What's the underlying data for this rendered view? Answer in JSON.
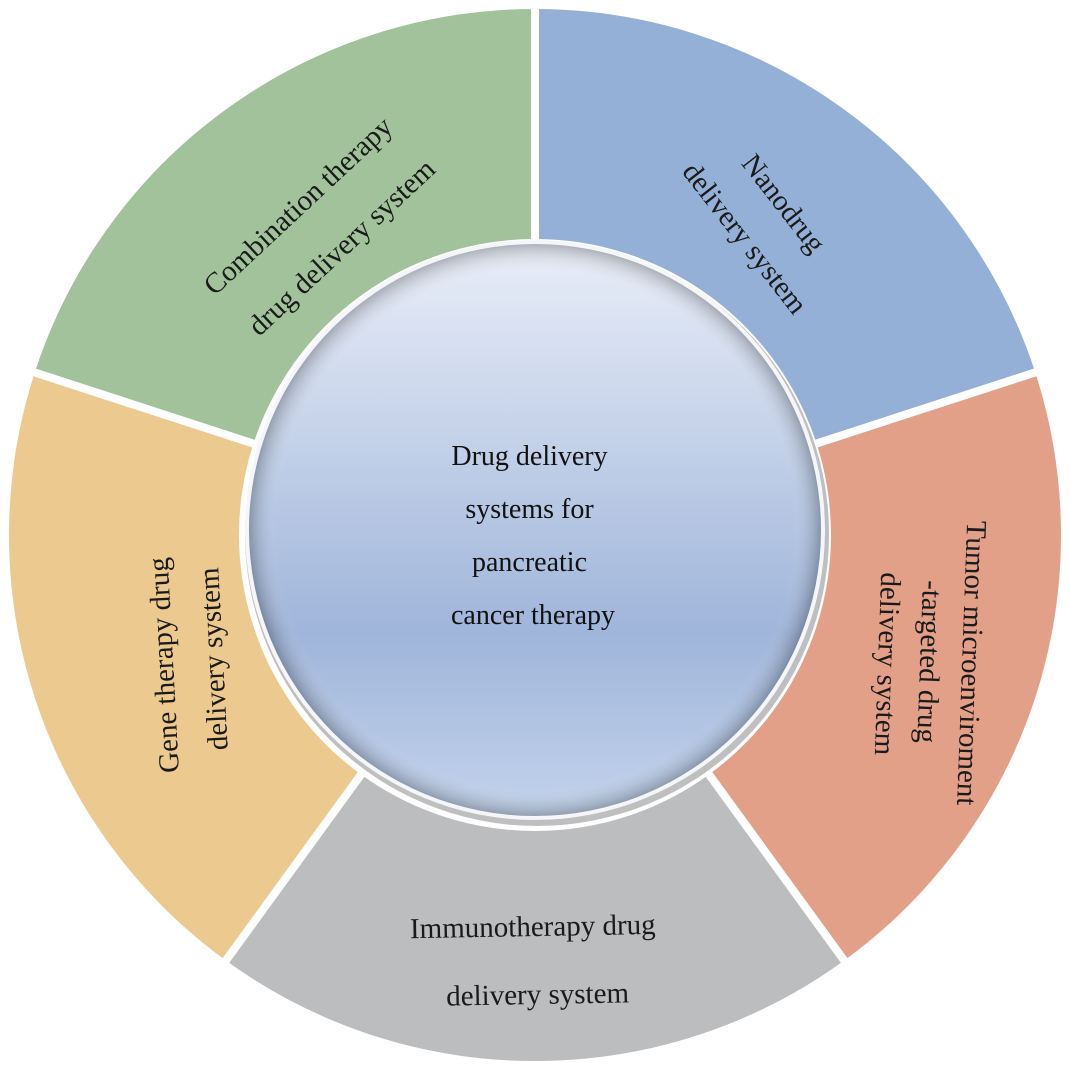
{
  "center": {
    "lines": [
      "Drug delivery",
      "systems for",
      "pancreatic",
      "cancer therapy"
    ],
    "gradient_top": "#e9eef8",
    "gradient_mid": "#9fb5da",
    "gradient_bottom": "#c3d3ec"
  },
  "segments": [
    {
      "id": "nanodrug",
      "lines": [
        "Nanodrug",
        "delivery system"
      ],
      "color": "#95b0d6"
    },
    {
      "id": "tumor-microenvironment",
      "lines": [
        "Tumor microenviroment",
        "-targeted drug",
        "delivery system"
      ],
      "color": "#e3a088"
    },
    {
      "id": "immunotherapy",
      "lines": [
        "Immunotherapy drug",
        "delivery system"
      ],
      "color": "#bcbdbf"
    },
    {
      "id": "gene-therapy",
      "lines": [
        "Gene therapy drug",
        "delivery system"
      ],
      "color": "#ecca8f"
    },
    {
      "id": "combination-therapy",
      "lines": [
        "Combination therapy",
        "drug delivery system"
      ],
      "color": "#a1c29a"
    }
  ]
}
